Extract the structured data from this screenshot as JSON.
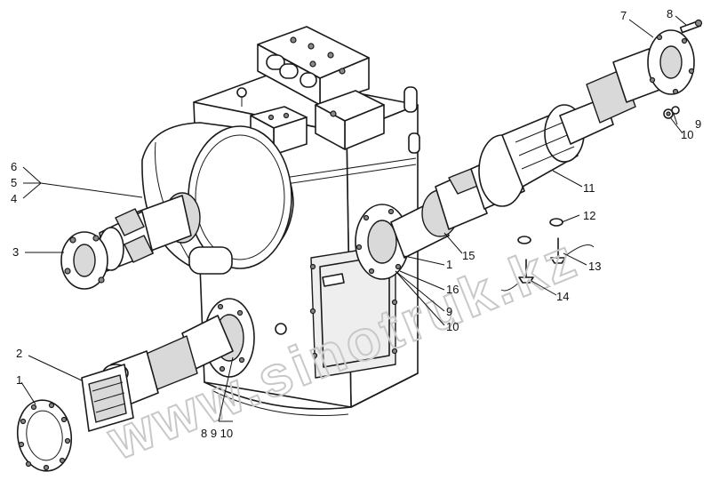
{
  "watermark": "www.sinotruk.kz",
  "callouts": {
    "c1a": "1",
    "c1b": "1",
    "c2": "2",
    "c3": "3",
    "c4": "4",
    "c5": "5",
    "c6": "6",
    "c7": "7",
    "c8": "8",
    "c9a": "9",
    "c9b": "9",
    "c10a": "10",
    "c10b": "10",
    "c11": "11",
    "c12": "12",
    "c13": "13",
    "c14": "14",
    "c15": "15",
    "c16": "16",
    "c8910": "8 9 10"
  }
}
